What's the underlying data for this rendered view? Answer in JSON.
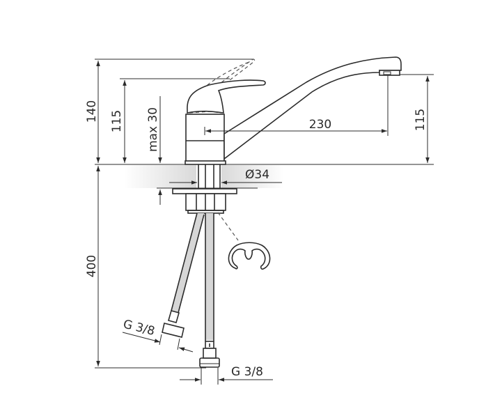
{
  "drawing": {
    "title": "Single lever kitchen mixer – dimension drawing",
    "colors": {
      "line": "#2b2b2b",
      "countertop_shade": "#e4e4e4",
      "background": "#ffffff"
    },
    "dimensions": {
      "total_height": "140",
      "lever_height": "115",
      "max_countertop": "max 30",
      "spout_reach": "230",
      "spout_height": "115",
      "mount_diameter": "Ø34",
      "hose_length": "400",
      "hose_thread_left": "G 3/8",
      "hose_thread_right": "G 3/8"
    },
    "components": [
      "lever-handle",
      "lever-open-position",
      "mixer-body",
      "swivel-spout",
      "aerator",
      "countertop",
      "mounting-stud",
      "mounting-washer",
      "mounting-nut",
      "horseshoe-clip",
      "flexible-hose-left",
      "flexible-hose-right"
    ]
  }
}
